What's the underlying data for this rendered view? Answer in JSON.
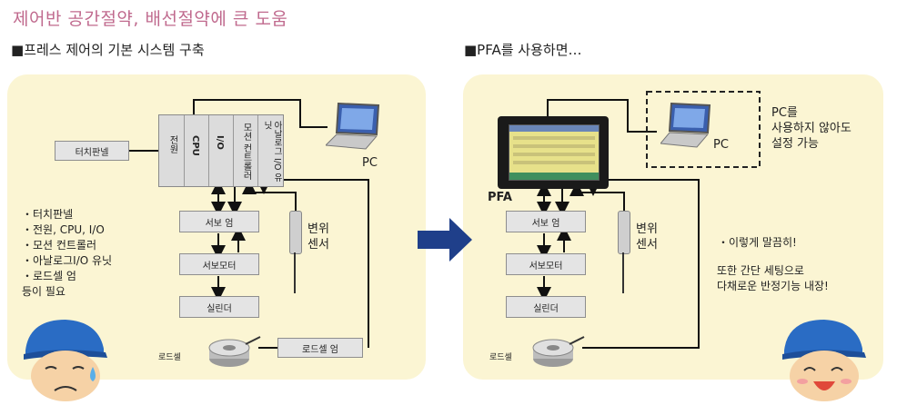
{
  "title": "제어반 공간절약, 배선절약에 큰 도움",
  "left": {
    "heading": "■프레스 제어의 기본 시스템 구축",
    "touch_panel": "터치판넬",
    "units": [
      "전원",
      "CPU",
      "I/O",
      "모션 컨트롤러",
      "아날로그 I/O 유닛"
    ],
    "servo_amp": "서보 엄",
    "servo_motor": "서보모터",
    "cylinder": "실린더",
    "load_cell": "로드셀",
    "load_cell_amp": "로드셀 엄",
    "pc_label": "PC",
    "displacement_sensor": [
      "변위",
      "센서"
    ],
    "requirements": [
      "・터치판넬",
      "・전원, CPU, I/O",
      "・모션 컨트롤러",
      "・아날로그I/O 유닛",
      "・로드셀 엄",
      "등이 필요"
    ]
  },
  "right": {
    "heading": "■PFA를 사용하면…",
    "pfa_label": "PFA",
    "servo_amp": "서보 엄",
    "servo_motor": "서보모터",
    "cylinder": "실린더",
    "load_cell": "로드셀",
    "pc_label": "PC",
    "displacement_sensor": [
      "변위",
      "센서"
    ],
    "pc_note": [
      "PC를",
      "사용하지 않아도",
      "설정 가능"
    ],
    "benefit_1": "・이렇게 말끔히!",
    "benefit_2": [
      "또한 간단 세팅으로",
      "다채로운 반정기능 내장!"
    ]
  },
  "colors": {
    "title": "#c06a8e",
    "panel": "#fbf5d3",
    "arrow": "#1f3f8a",
    "box": "#e4e4e4"
  }
}
